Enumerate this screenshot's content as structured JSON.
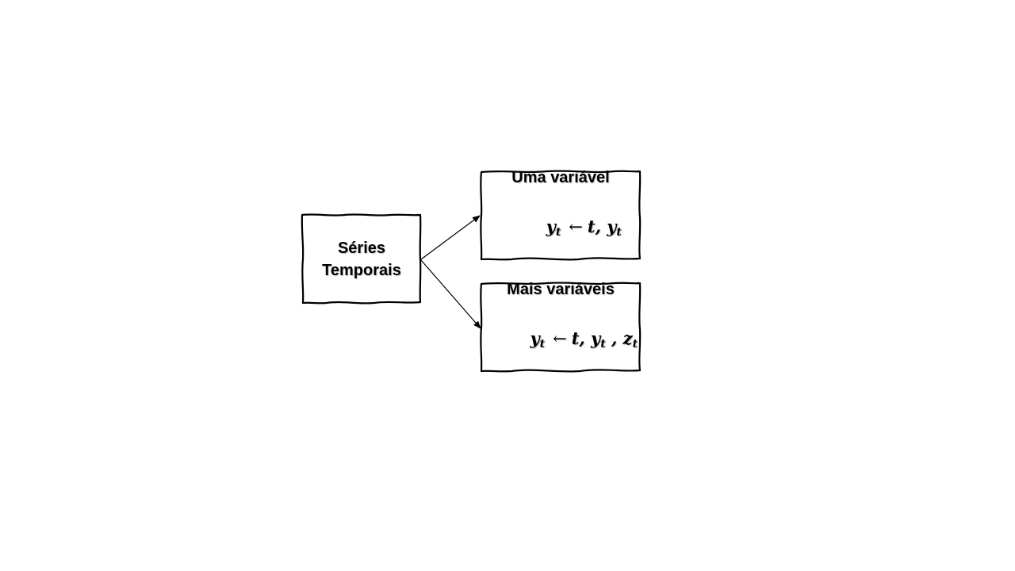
{
  "diagram": {
    "root": {
      "lines": [
        "Séries",
        "Temporais"
      ]
    },
    "branches": [
      {
        "title": "Uma variável",
        "formula": {
          "lhs": "y",
          "lhs_sub": "t",
          "arrow": "←",
          "rhs": [
            {
              "sym": "t",
              "sub": "",
              "sep": ", "
            },
            {
              "sym": "y",
              "sub": "t",
              "sep": ""
            }
          ]
        }
      },
      {
        "title": "Mais variáveis",
        "formula": {
          "lhs": "y",
          "lhs_sub": "t",
          "arrow": "←",
          "rhs": [
            {
              "sym": "t",
              "sub": "",
              "sep": ", "
            },
            {
              "sym": "y",
              "sub": "t",
              "sep": " , "
            },
            {
              "sym": "z",
              "sub": "t",
              "sep": ""
            }
          ]
        }
      }
    ],
    "colors": {
      "stroke": "#000000",
      "background": "#ffffff"
    }
  }
}
